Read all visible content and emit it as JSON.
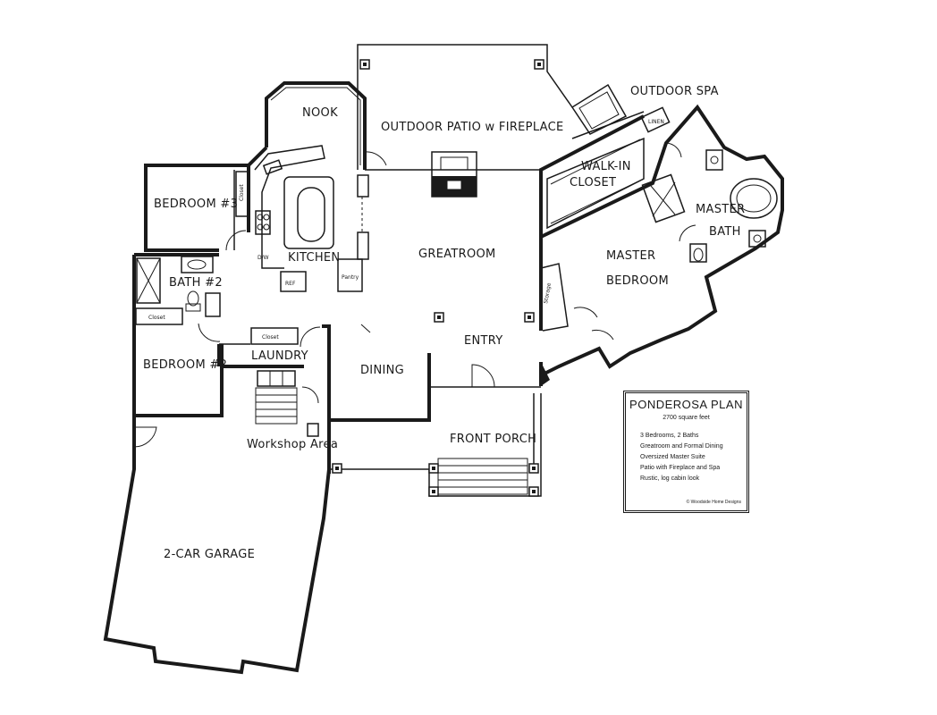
{
  "rooms": {
    "nook": "NOOK",
    "outdoor_patio": "OUTDOOR PATIO w FIREPLACE",
    "outdoor_spa": "OUTDOOR SPA",
    "linen": "LINEN",
    "walk_in_1": "WALK-IN",
    "walk_in_2": "CLOSET",
    "bedroom3": "BEDROOM #3",
    "kitchen": "KITCHEN",
    "greatroom": "GREATROOM",
    "master_bath_1": "MASTER",
    "master_bath_2": "BATH",
    "master_bedroom_1": "MASTER",
    "master_bedroom_2": "BEDROOM",
    "bath2": "BATH #2",
    "closet_b3": "Closet",
    "closet_bath": "Closet",
    "closet_laundry": "Closet",
    "pantry": "Pantry",
    "ref": "REF",
    "dw": "D/W",
    "storage": "Storage",
    "bedroom2": "BEDROOM #2",
    "laundry": "LAUNDRY",
    "dining": "DINING",
    "entry": "ENTRY",
    "front_porch": "FRONT PORCH",
    "workshop": "Workshop Area",
    "garage": "2-CAR GARAGE"
  },
  "info": {
    "title": "PONDEROSA PLAN",
    "square_feet": "2700 square feet",
    "features": [
      "3 Bedrooms, 2 Baths",
      "Greatroom and Formal Dining",
      "Oversized Master Suite",
      "Patio with Fireplace and Spa",
      "Rustic, log cabin look"
    ],
    "credit": "© Woodside Home Designs"
  }
}
